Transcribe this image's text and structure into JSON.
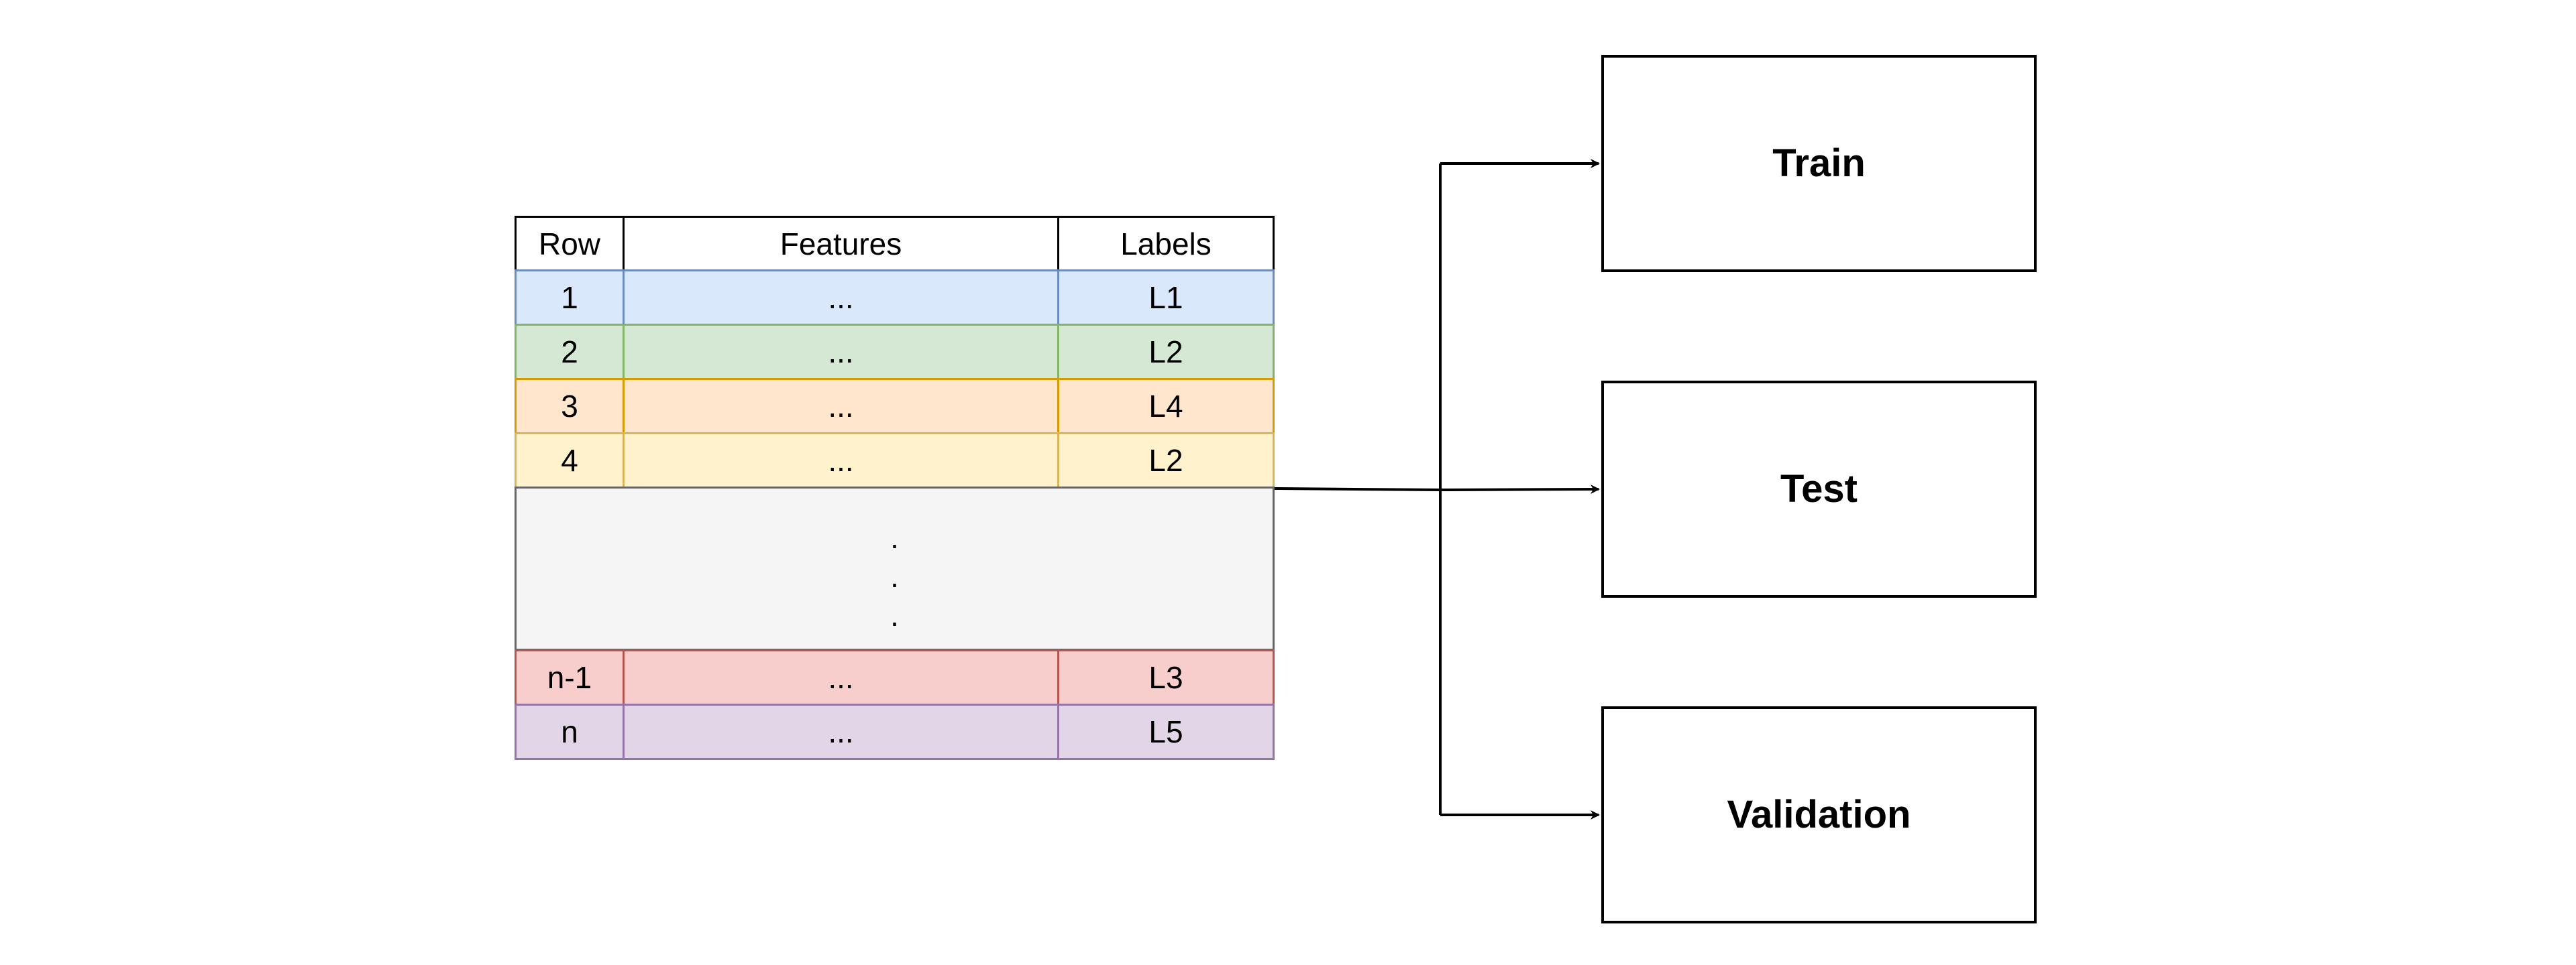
{
  "table": {
    "headers": {
      "row": "Row",
      "features": "Features",
      "labels": "Labels"
    },
    "rows": [
      {
        "row": "1",
        "features": "...",
        "label": "L1",
        "fill": "#dae8fc",
        "stroke": "#6c8ebf"
      },
      {
        "row": "2",
        "features": "...",
        "label": "L2",
        "fill": "#d5e8d4",
        "stroke": "#82b366"
      },
      {
        "row": "3",
        "features": "...",
        "label": "L4",
        "fill": "#ffe6cc",
        "stroke": "#d79b00"
      },
      {
        "row": "4",
        "features": "...",
        "label": "L2",
        "fill": "#fff2cc",
        "stroke": "#d6b656"
      },
      {
        "row": "n-1",
        "features": "...",
        "label": "L3",
        "fill": "#f8cecc",
        "stroke": "#b85450"
      },
      {
        "row": "n",
        "features": "...",
        "label": "L5",
        "fill": "#e1d5e7",
        "stroke": "#9673a6"
      }
    ],
    "gap": {
      "dots": [
        ".",
        ".",
        "."
      ],
      "fill": "#f5f5f5",
      "stroke": "#666666"
    }
  },
  "splits": [
    {
      "label": "Train"
    },
    {
      "label": "Test"
    },
    {
      "label": "Validation"
    }
  ],
  "colors": {
    "line": "#000000",
    "box_border": "#000000",
    "header_bg": "#ffffff"
  }
}
